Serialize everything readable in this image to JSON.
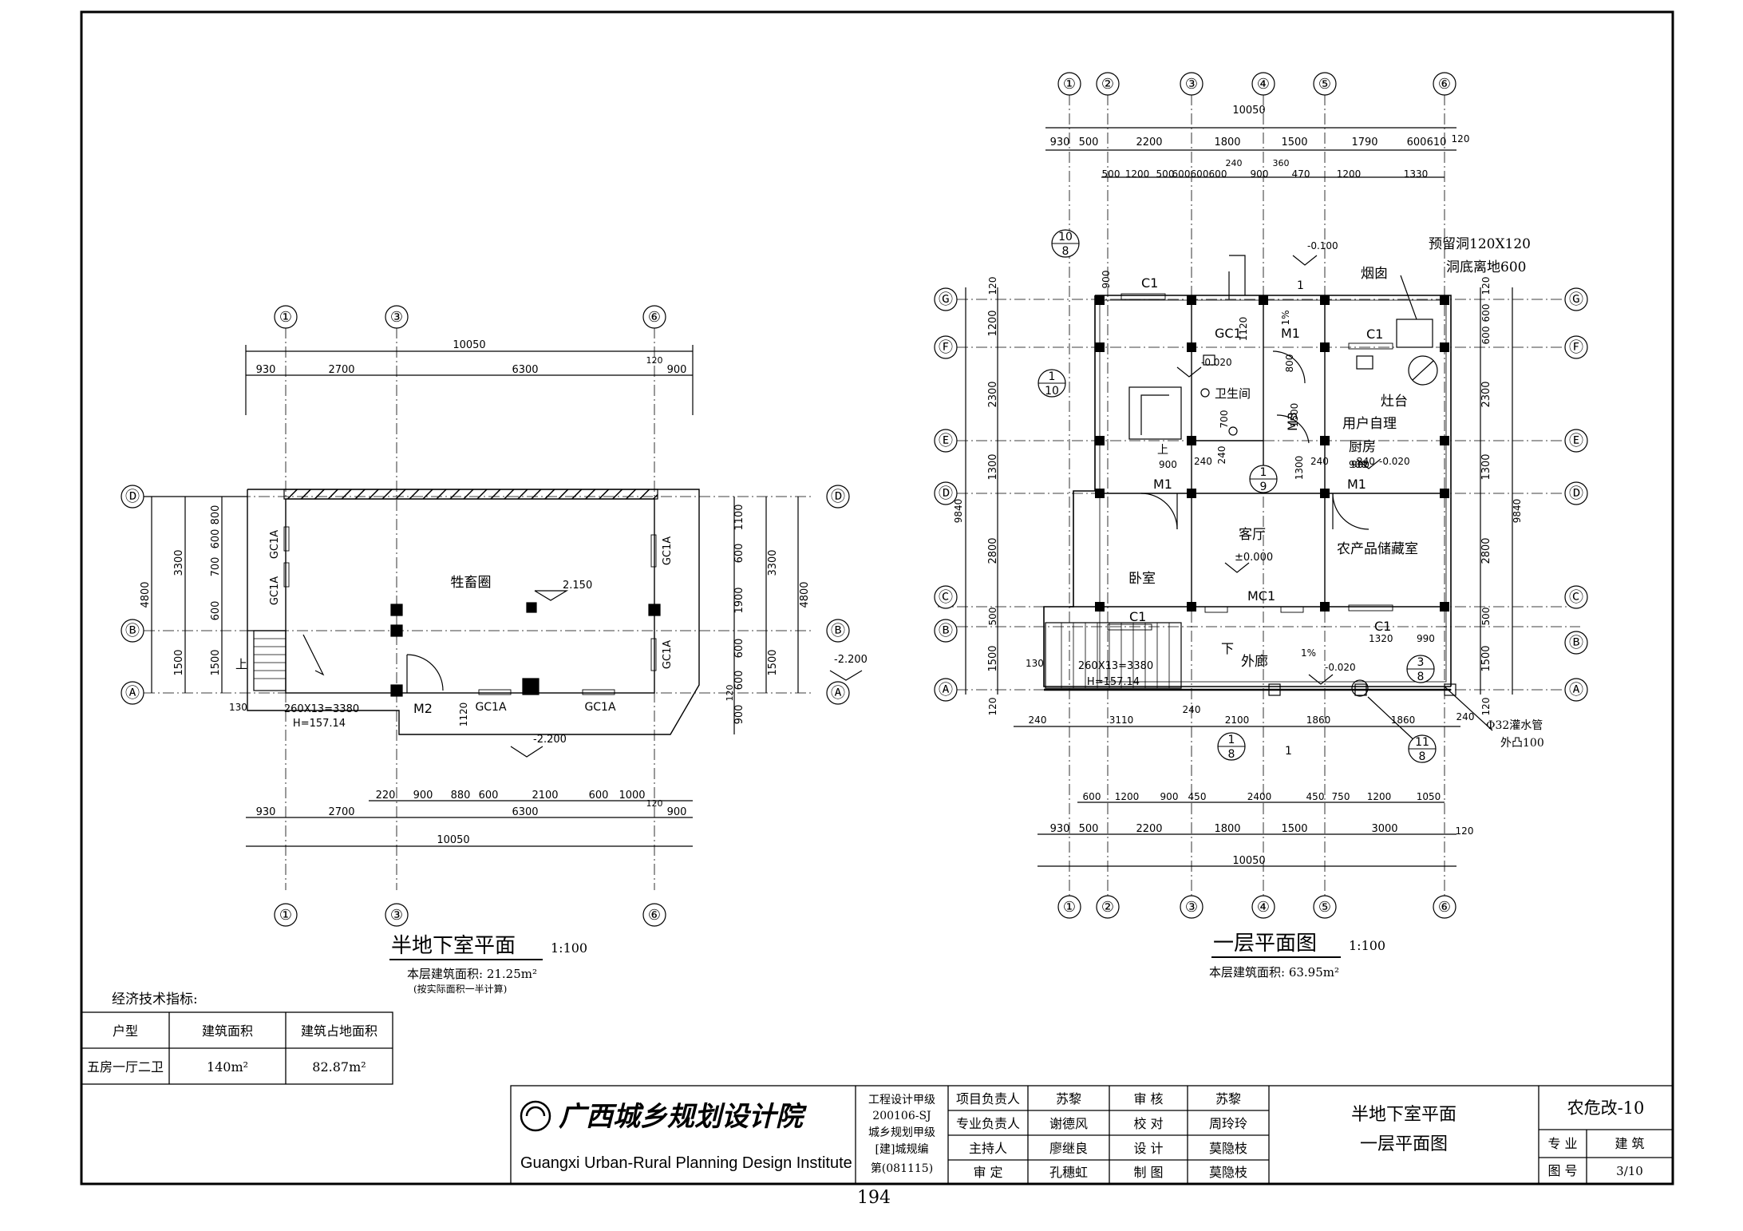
{
  "page_number": "194",
  "grid_labels": {
    "basement_cols": [
      "①",
      "③",
      "⑥"
    ],
    "basement_rows": [
      "Ⓓ",
      "Ⓑ",
      "Ⓐ"
    ],
    "ground_cols": [
      "①",
      "②",
      "③",
      "④",
      "⑤",
      "⑥"
    ],
    "ground_rows": [
      "Ⓖ",
      "Ⓕ",
      "Ⓔ",
      "Ⓓ",
      "Ⓒ",
      "Ⓑ",
      "Ⓐ"
    ]
  },
  "basement": {
    "title": "半地下室平面",
    "scale": "1:100",
    "area_note": "本层建筑面积: 21.25m²",
    "area_sub": "(按实际面积一半计算)",
    "room": "牲畜圈",
    "level": "2.150",
    "level_outside": "-2.200",
    "level_bottom": "-2.200",
    "windows": [
      "GC1A",
      "GC1A",
      "GC1A",
      "GC1A",
      "GC1A",
      "GC1A"
    ],
    "door": "M2",
    "stair_note": "260X13=3380",
    "stair_height": "H=157.14",
    "up_label": "上",
    "dims_top_total": "10050",
    "dims_top": [
      "930",
      "2700",
      "6300",
      "900"
    ],
    "dims_top_small": "120",
    "dims_bottom_detail": [
      "220",
      "900",
      "880",
      "600",
      "2100",
      "600",
      "1000"
    ],
    "dims_bottom": [
      "930",
      "2700",
      "6300",
      "900"
    ],
    "dims_bottom_total": "10050",
    "dims_bottom_small": "120",
    "dims_left_total": "4800",
    "dims_left": [
      "3300",
      "1500"
    ],
    "dims_left_detail": [
      "800",
      "600",
      "700",
      "600",
      "1500"
    ],
    "dims_right_total": "4800",
    "dims_right": [
      "3300",
      "1500"
    ],
    "dims_right_detail": [
      "1100",
      "600",
      "1900",
      "600",
      "600",
      "900"
    ],
    "dims_right_small": "120",
    "dim_130": "130",
    "dim_1120": "1120"
  },
  "ground": {
    "title": "一层平面图",
    "scale": "1:100",
    "area_note": "本层建筑面积: 63.95m²",
    "rooms": {
      "bathroom": "卫生间",
      "kitchen": "用户自理",
      "kitchen2": "厨房",
      "stove": "灶台",
      "chimney": "烟囱",
      "living": "客厅",
      "bedroom": "卧室",
      "storage": "农产品储藏室",
      "porch": "外廊"
    },
    "hole_note": "预留洞120X120",
    "hole_note2": "洞底离地600",
    "pipe_note": "Φ32灌水管",
    "pipe_note2": "外凸100",
    "levels": [
      "-0.100",
      "±0.000",
      "-0.020",
      "-0.020",
      "-0.020"
    ],
    "slope": "1%",
    "slope2": "1%",
    "windows": [
      "C1",
      "C1",
      "C1",
      "C1",
      "GC1"
    ],
    "doors": [
      "M1",
      "M1",
      "M1",
      "M3",
      "MC1"
    ],
    "stair_note": "260X13=3380",
    "stair_height": "H=157.14",
    "down_label": "下",
    "up_label": "上",
    "section_label": "1",
    "section_label2": "1",
    "callouts": [
      {
        "num": "10",
        "den": "8"
      },
      {
        "num": "1",
        "den": "10"
      },
      {
        "num": "1",
        "den": "9"
      },
      {
        "num": "3",
        "den": "8"
      },
      {
        "num": "1",
        "den": "8"
      },
      {
        "num": "11",
        "den": "8"
      }
    ],
    "dims_top_total": "10050",
    "dims_top": [
      "930",
      "500",
      "2200",
      "1800",
      "1500",
      "1790",
      "600",
      "610",
      "120"
    ],
    "dims_top_detail": [
      "500",
      "1200",
      "500",
      "600",
      "600",
      "600",
      "240",
      "900",
      "360",
      "470",
      "1200",
      "1330"
    ],
    "dims_bottom_detail1": [
      "240",
      "3110",
      "240",
      "2100",
      "1860",
      "1860",
      "240"
    ],
    "dims_bottom_detail2": [
      "600",
      "1200",
      "900",
      "450",
      "2400",
      "450",
      "750",
      "1200",
      "1050"
    ],
    "dims_bottom": [
      "930",
      "500",
      "2200",
      "1800",
      "1500",
      "3000",
      "120"
    ],
    "dims_bottom_total": "10050",
    "dims_left_total": "9840",
    "dims_left": [
      "120",
      "1200",
      "2300",
      "1300",
      "2800",
      "500",
      "1500",
      "120"
    ],
    "dims_right_total": "9840",
    "dims_right": [
      "120",
      "600",
      "600",
      "2300",
      "1300",
      "2800",
      "500",
      "1500",
      "120"
    ],
    "inner_dims": [
      "900",
      "900",
      "900",
      "1120",
      "800",
      "700",
      "1500",
      "240",
      "240",
      "1300",
      "240",
      "900",
      "1320",
      "990",
      "130",
      "240"
    ]
  },
  "econ": {
    "caption": "经济技术指标:",
    "headers": [
      "户型",
      "建筑面积",
      "建筑占地面积"
    ],
    "row": [
      "五房一厅二卫",
      "140m²",
      "82.87m²"
    ]
  },
  "title_block": {
    "institute_cn": "广西城乡规划设计院",
    "institute_en": "Guangxi Urban-Rural Planning Design Institute",
    "cert_lines": [
      "工程设计甲级",
      "200106-SJ",
      "城乡规划甲级",
      "[建]城规编",
      "第(081115)"
    ],
    "roles": [
      "项目负责人",
      "专业负责人",
      "主持人",
      "审 定"
    ],
    "role_names": [
      "苏黎",
      "谢德风",
      "廖继良",
      "孔穗虹"
    ],
    "checks": [
      "审 核",
      "校 对",
      "设 计",
      "制 图"
    ],
    "check_names": [
      "苏黎",
      "周玲玲",
      "莫隐枝",
      "莫隐枝"
    ],
    "drawing_title_1": "半地下室平面",
    "drawing_title_2": "一层平面图",
    "project_code": "农危改-10",
    "discipline_label": "专 业",
    "discipline": "建 筑",
    "sheet_label": "图 号",
    "sheet_no": "3/10"
  }
}
